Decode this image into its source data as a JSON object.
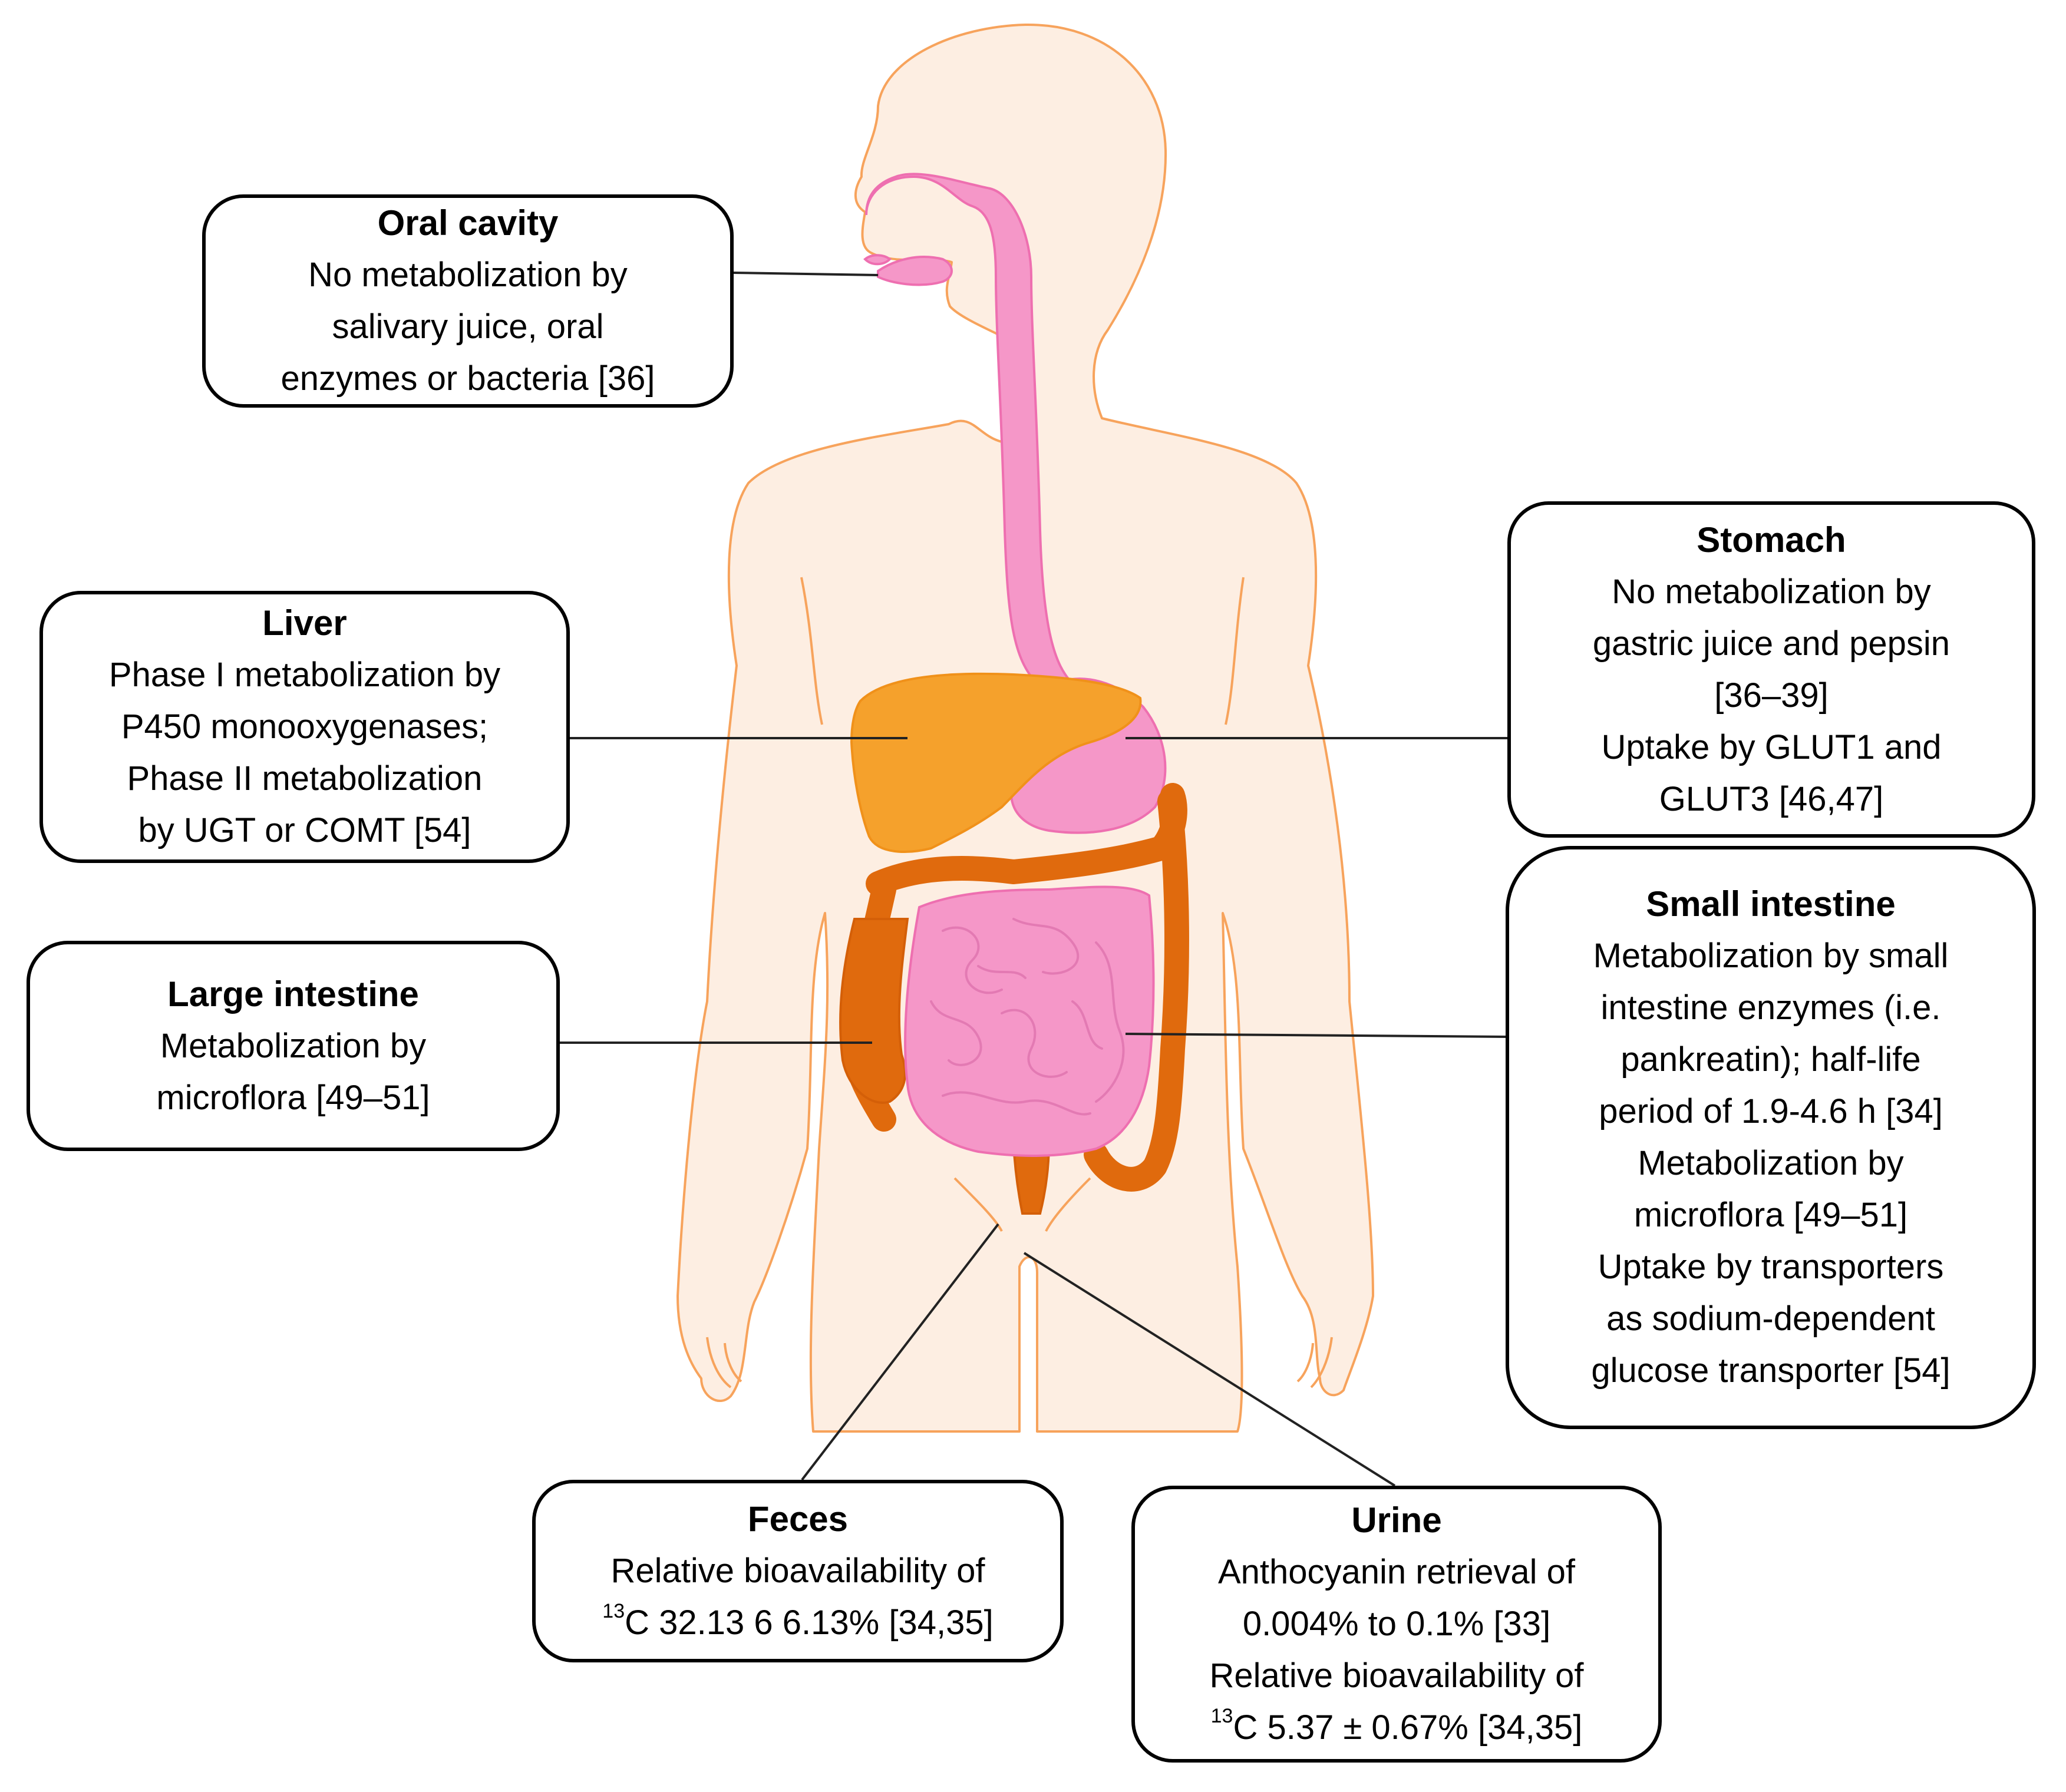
{
  "colors": {
    "body_fill": "#fdeee2",
    "body_stroke": "#f7a35c",
    "digestive_pink": "#f597c8",
    "pink_stroke": "#ee6fb0",
    "liver_orange": "#f5a12c",
    "colon_orange": "#e06a0d",
    "leader_line": "#222222",
    "box_border": "#000000"
  },
  "callouts": {
    "oral": {
      "title": "Oral cavity",
      "lines": [
        "No metabolization by",
        "salivary juice, oral",
        "enzymes or bacteria [36]"
      ]
    },
    "liver": {
      "title": "Liver",
      "lines": [
        "Phase I metabolization by",
        "P450 monooxygenases;",
        "Phase II metabolization",
        "by UGT or COMT  [54]"
      ]
    },
    "large_intestine": {
      "title": "Large intestine",
      "lines": [
        "Metabolization by",
        "microflora [49–51]"
      ]
    },
    "stomach": {
      "title": "Stomach",
      "lines": [
        "No metabolization by",
        "gastric juice and pepsin",
        "[36–39]",
        "Uptake by GLUT1 and",
        "GLUT3 [46,47]"
      ]
    },
    "small_intestine": {
      "title": "Small intestine",
      "lines": [
        "Metabolization by small",
        "intestine enzymes (i.e.",
        "pankreatin); half-life",
        "period of 1.9-4.6 h [34]",
        "Metabolization by",
        "microflora [49–51]",
        "Uptake by transporters",
        "as sodium-dependent",
        "glucose transporter [54]"
      ]
    },
    "feces": {
      "title": "Feces",
      "line1": "Relative bioavailability of",
      "sup": "13",
      "line2_rest": "C 32.13 6 6.13% [34,35]"
    },
    "urine": {
      "title": "Urine",
      "line1": "Anthocyanin retrieval of",
      "line2": "0.004% to 0.1% [33]",
      "line3": "Relative bioavailability of",
      "sup": "13",
      "line4_rest": "C 5.37 ± 0.67% [34,35]"
    }
  }
}
